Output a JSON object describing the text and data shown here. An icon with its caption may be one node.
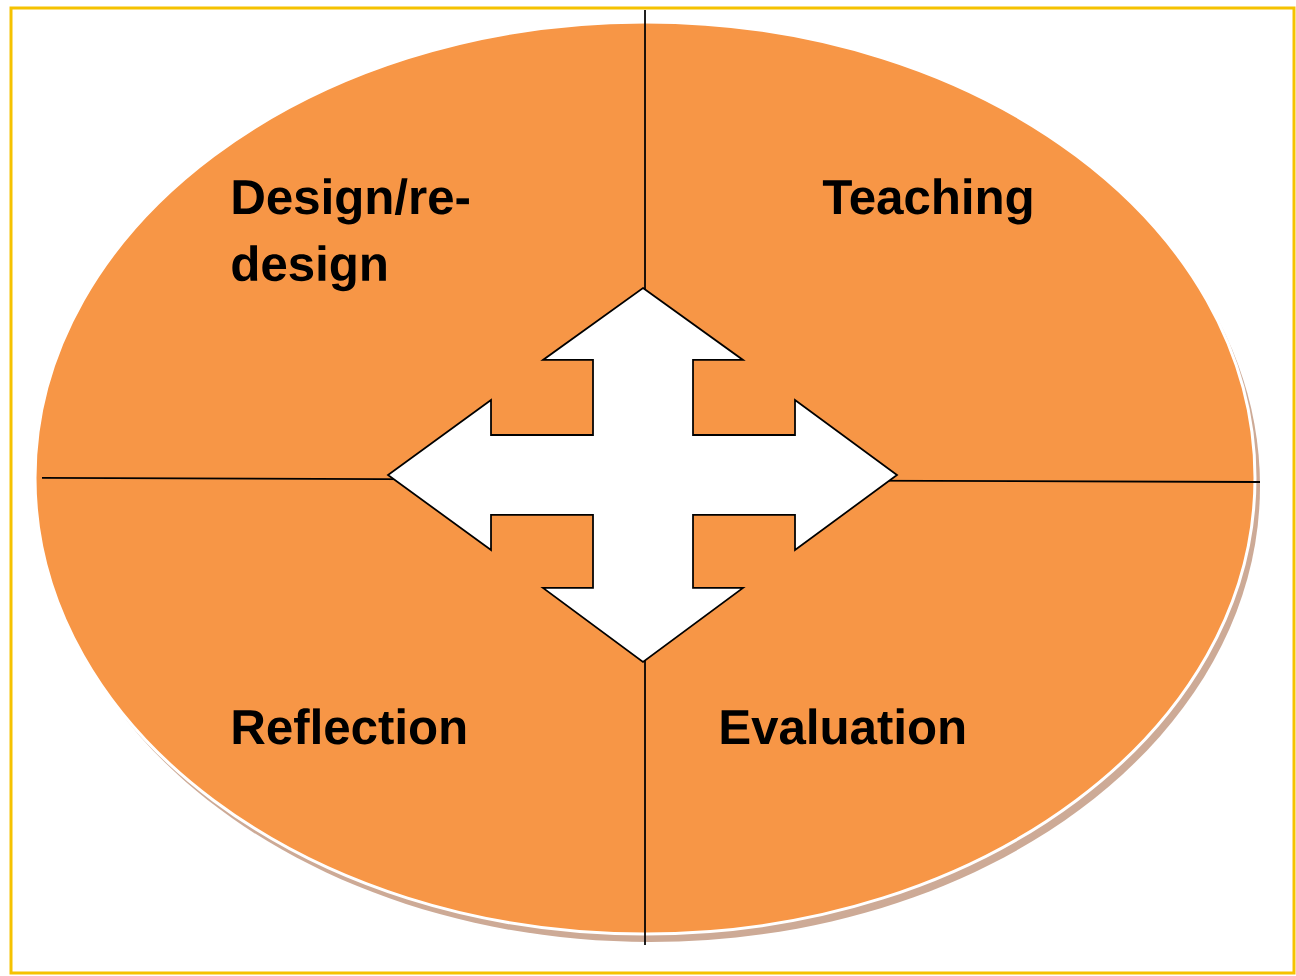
{
  "diagram": {
    "nodes": [
      {
        "text": [],
        "shape": "ellipse"
      },
      {
        "text": [
          "Design/re-design"
        ],
        "in": 0
      },
      {
        "text": [
          "Teaching"
        ],
        "in": 0
      },
      {
        "text": [
          "Reflection"
        ],
        "in": 0
      },
      {
        "text": [
          "Evaluation"
        ],
        "in": 0
      }
    ]
  }
}
